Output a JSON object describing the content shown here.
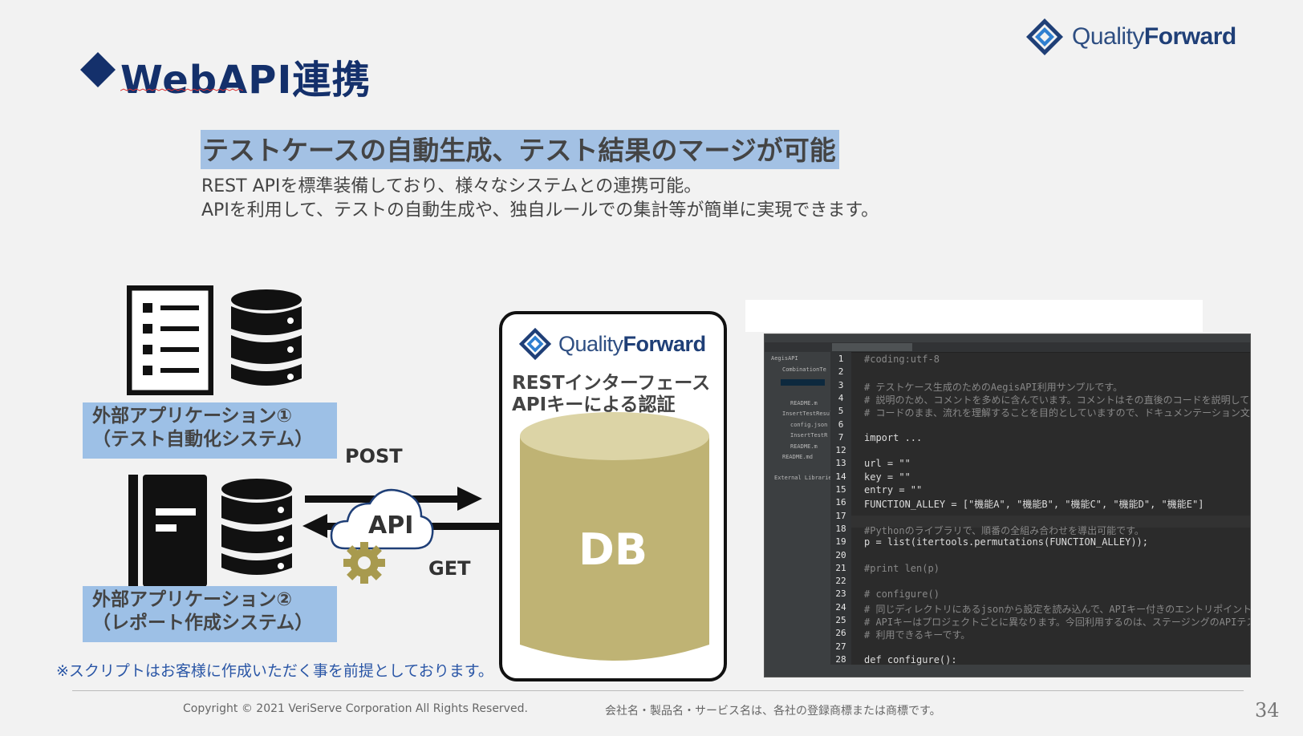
{
  "slide": {
    "title": "WebAPI連携",
    "headline": "テストケースの自動生成、テスト結果のマージが可能",
    "body_lines": [
      "REST APIを標準装備しており、様々なシステムとの連携可能。",
      "APIを利用して、テストの自動生成や、独自ルールでの集計等が簡単に実現できます。"
    ],
    "page_number": "34"
  },
  "brand": {
    "name_light": "Quality",
    "name_bold": "Forward"
  },
  "colors": {
    "navy": "#14306b",
    "brand_blue": "#1f3f77",
    "label_blue": "#9dc0e6",
    "headline_highlight": "#a3c1e4",
    "db_gold": "#bfb374",
    "note_blue": "#2a56a6"
  },
  "diagram": {
    "app1_label_line1": "外部アプリケーション①",
    "app1_label_line2": "（テスト自動化システム）",
    "app2_label_line1": "外部アプリケーション②",
    "app2_label_line2": "（レポート作成システム）",
    "post_label": "POST",
    "get_label": "GET",
    "api_label": "API",
    "panel_line1": "RESTインターフェース",
    "panel_line2": "APIキーによる認証",
    "db_label": "DB",
    "icons": [
      "document-list-icon",
      "database-icon",
      "server-icon",
      "cloud-icon",
      "gear-icon",
      "arrow-right-icon",
      "arrow-left-icon"
    ]
  },
  "code_screenshot": {
    "tree_items": [
      "AegisAPI",
      "CombinationTe",
      "README.m",
      "InsertTestResul",
      "config.json",
      "InsertTestR",
      "README.m",
      "README.md",
      "External Libraries"
    ],
    "line_numbers": [
      "1",
      "2",
      "3",
      "4",
      "5",
      "6",
      "7",
      "12",
      "13",
      "14",
      "15",
      "16",
      "17",
      "18",
      "19",
      "20",
      "21",
      "22",
      "23",
      "24",
      "25",
      "26",
      "27",
      "28"
    ],
    "lines": [
      "#coding:utf-8",
      "",
      "# テストケース生成のためのAegisAPI利用サンプルです。",
      "# 説明のため、コメントを多めに含んでいます。コメントはその直後のコードを説明してい",
      "# コードのまま、流れを理解することを目的としていますので、ドキュメンテーション文字",
      "",
      "import ...",
      "",
      "url = \"\"",
      "key = \"\"",
      "entry = \"\"",
      "FUNCTION_ALLEY = [\"機能A\", \"機能B\", \"機能C\", \"機能D\", \"機能E\"]",
      "",
      "#Pythonのライブラリで、順番の全組み合わせを導出可能です。",
      "p = list(itertools.permutations(FUNCTION_ALLEY));",
      "",
      "#print len(p)",
      "",
      "# configure()",
      "# 同じディレクトリにあるjsonから設定を読み込んで、APIキー付きのエントリポイントを",
      "# APIキーはプロジェクトごとに異なります。今回利用するのは、ステージングのAPIテスト",
      "# 利用できるキーです。",
      "",
      "def configure():"
    ]
  },
  "note": "※スクリプトはお客様に作成いただく事を前提としております。",
  "footer": {
    "copyright": "Copyright © 2021 VeriServe Corporation All Rights Reserved.",
    "trademark": "会社名・製品名・サービス名は、各社の登録商標または商標です。"
  }
}
